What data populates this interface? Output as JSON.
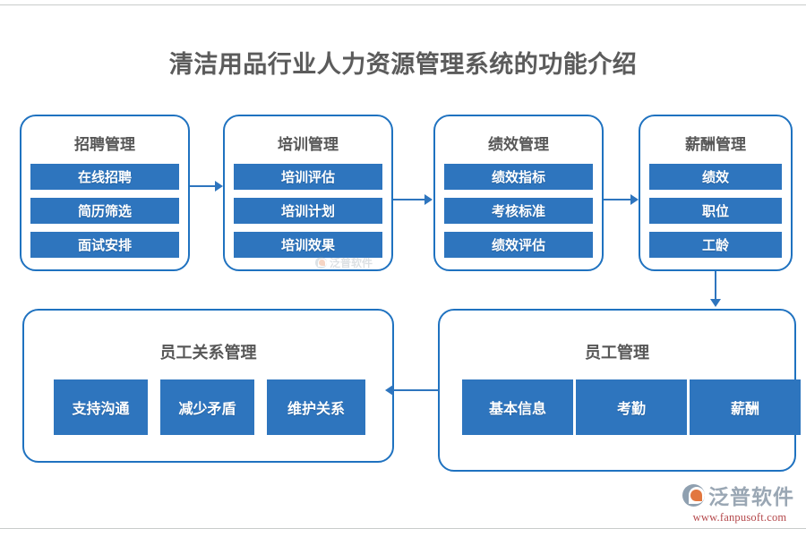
{
  "page": {
    "title": "清洁用品行业人力资源管理系统的功能介绍",
    "accent_color": "#2e75be",
    "border_color": "#1f72c0",
    "title_color": "#5b5b5b",
    "background": "#ffffff"
  },
  "cards": [
    {
      "id": "recruitment",
      "title": "招聘管理",
      "items": [
        "在线招聘",
        "简历筛选",
        "面试安排"
      ]
    },
    {
      "id": "training",
      "title": "培训管理",
      "items": [
        "培训评估",
        "培训计划",
        "培训效果"
      ]
    },
    {
      "id": "performance",
      "title": "绩效管理",
      "items": [
        "绩效指标",
        "考核标准",
        "绩效评估"
      ]
    },
    {
      "id": "compensation",
      "title": "薪酬管理",
      "items": [
        "绩效",
        "职位",
        "工龄"
      ]
    },
    {
      "id": "employee-relations",
      "title": "员工关系管理",
      "items": [
        "支持沟通",
        "减少矛盾",
        "维护关系"
      ]
    },
    {
      "id": "employee-management",
      "title": "员工管理",
      "items": [
        "基本信息",
        "考勤",
        "薪酬"
      ]
    }
  ],
  "connectors": [
    {
      "id": "recruitment-to-training",
      "direction": "right"
    },
    {
      "id": "training-to-performance",
      "direction": "right"
    },
    {
      "id": "performance-to-compensation",
      "direction": "right"
    },
    {
      "id": "compensation-to-employee-management",
      "direction": "down"
    },
    {
      "id": "employee-management-to-employee-relations",
      "direction": "left"
    }
  ],
  "branding": {
    "logo_icon": "fanpu-swoosh-logo-icon",
    "name": "泛普软件",
    "url": "www.fanpusoft.com",
    "watermark_text": "泛普软件"
  }
}
